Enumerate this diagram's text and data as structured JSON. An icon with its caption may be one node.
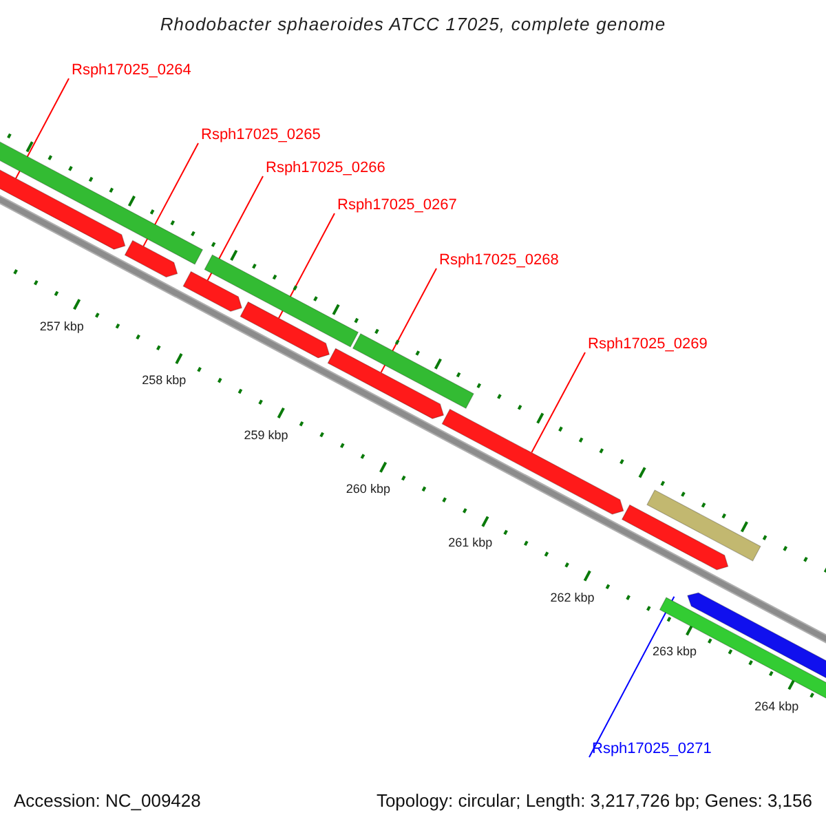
{
  "diagram": {
    "title": "Rhodobacter sphaeroides ATCC 17025, complete genome",
    "nodes": [
      {
        "text": [
          "Rsph17025_0264"
        ]
      },
      {
        "text": [
          "Rsph17025_0265"
        ]
      },
      {
        "text": [
          "Rsph17025_0266"
        ]
      },
      {
        "text": [
          "Rsph17025_0267"
        ]
      },
      {
        "text": [
          "Rsph17025_0268"
        ]
      },
      {
        "text": [
          "Rsph17025_0269"
        ]
      },
      {
        "text": [
          "Rsph17025_0271"
        ]
      },
      {
        "text": [],
        "shape": "bar"
      },
      {
        "text": [],
        "shape": "bar"
      },
      {
        "text": [],
        "shape": "bar"
      },
      {
        "text": [],
        "shape": "bar"
      },
      {
        "text": [],
        "shape": "bar"
      },
      {
        "text": [],
        "shape": "bar"
      },
      {
        "text": [],
        "shape": "bar"
      },
      {
        "text": [],
        "shape": "bar"
      },
      {
        "text": [],
        "shape": "bar"
      },
      {
        "text": [],
        "shape": "bar"
      },
      {
        "text": [],
        "shape": "bar"
      },
      {
        "text": [],
        "shape": "bar"
      },
      {
        "text": [],
        "shape": "bar"
      }
    ],
    "edges": [
      {
        "from": 0,
        "to": 8,
        "arrow": "none"
      },
      {
        "from": 1,
        "to": 9,
        "arrow": "none"
      },
      {
        "from": 2,
        "to": 10,
        "arrow": "none"
      },
      {
        "from": 3,
        "to": 12,
        "arrow": "none"
      },
      {
        "from": 4,
        "to": 13,
        "arrow": "none"
      },
      {
        "from": 5,
        "to": 15,
        "arrow": "none"
      },
      {
        "from": 6,
        "to": 19,
        "arrow": "none",
        "color": "#0000ff"
      }
    ],
    "labels": [
      "257 kbp",
      "258 kbp",
      "259 kbp",
      "260 kbp",
      "261 kbp",
      "262 kbp",
      "263 kbp",
      "264 kbp",
      "Accession: NC_009428",
      "Topology: circular; Length: 3,217,726 bp; Genes: 3,156"
    ]
  }
}
